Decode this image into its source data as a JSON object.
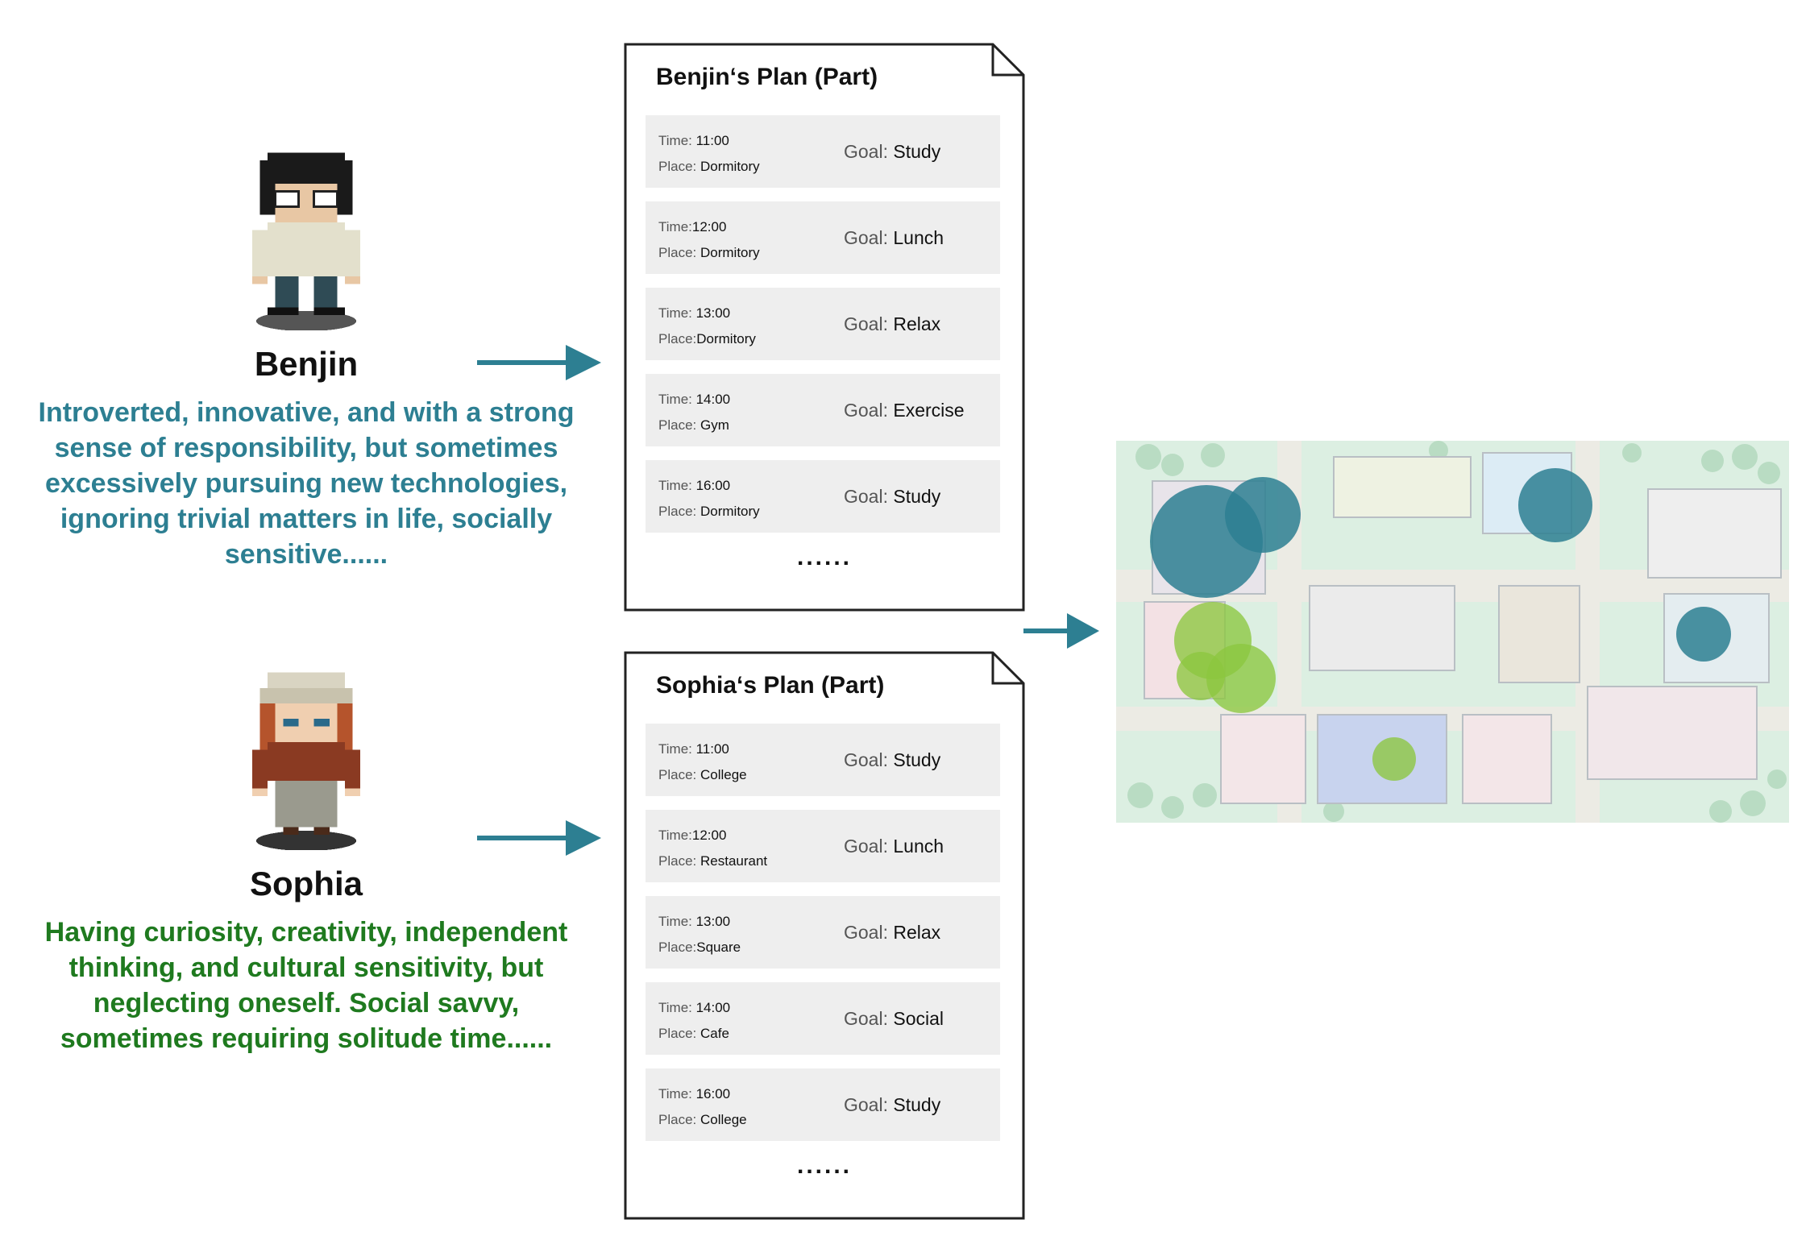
{
  "characters": {
    "benjin": {
      "name": "Benjin",
      "description": "Introverted, innovative, and with a strong sense of responsibility, but sometimes excessively pursuing new technologies, ignoring trivial matters in life, socially sensitive......",
      "avatar_icon": "pixel-boy-with-glasses-icon",
      "text_color": "#2d7f92"
    },
    "sophia": {
      "name": "Sophia",
      "description": "Having curiosity, creativity, independent thinking, and cultural sensitivity, but neglecting oneself. Social savvy, sometimes requiring solitude time......",
      "avatar_icon": "pixel-girl-with-hat-icon",
      "text_color": "#1f7a1f"
    }
  },
  "plans": {
    "benjin": {
      "title": "Benjin‘s Plan (Part)",
      "rows": [
        {
          "time_label": "Time: ",
          "time": "11:00",
          "place_label": "Place: ",
          "place": "Dormitory",
          "goal_label": "Goal: ",
          "goal": "Study"
        },
        {
          "time_label": "Time:",
          "time": "12:00",
          "place_label": "Place: ",
          "place": "Dormitory",
          "goal_label": "Goal: ",
          "goal": "Lunch"
        },
        {
          "time_label": "Time: ",
          "time": "13:00",
          "place_label": "Place:",
          "place": "Dormitory",
          "goal_label": "Goal: ",
          "goal": "Relax"
        },
        {
          "time_label": "Time: ",
          "time": "14:00",
          "place_label": "Place: ",
          "place": "Gym",
          "goal_label": "Goal: ",
          "goal": "Exercise"
        },
        {
          "time_label": "Time: ",
          "time": "16:00",
          "place_label": "Place: ",
          "place": "Dormitory",
          "goal_label": "Goal: ",
          "goal": "Study"
        }
      ],
      "more": "......"
    },
    "sophia": {
      "title": "Sophia‘s Plan (Part)",
      "rows": [
        {
          "time_label": "Time: ",
          "time": "11:00",
          "place_label": "Place: ",
          "place": "College",
          "goal_label": "Goal: ",
          "goal": "Study"
        },
        {
          "time_label": "Time:",
          "time": "12:00",
          "place_label": "Place: ",
          "place": "Restaurant",
          "goal_label": "Goal: ",
          "goal": "Lunch"
        },
        {
          "time_label": "Time: ",
          "time": "13:00",
          "place_label": "Place:",
          "place": "Square",
          "goal_label": "Goal: ",
          "goal": "Relax"
        },
        {
          "time_label": "Time: ",
          "time": "14:00",
          "place_label": "Place: ",
          "place": "Cafe",
          "goal_label": "Goal: ",
          "goal": "Social"
        },
        {
          "time_label": "Time: ",
          "time": "16:00",
          "place_label": "Place: ",
          "place": "College",
          "goal_label": "Goal: ",
          "goal": "Study"
        }
      ],
      "more": "......"
    }
  },
  "colors": {
    "arrow": "#2d7f92",
    "benjin_marker": "#2d7f92",
    "sophia_marker": "#8cc63f"
  },
  "map": {
    "icon": "campus-map-icon",
    "benjin_markers": 4,
    "sophia_markers": 4
  }
}
